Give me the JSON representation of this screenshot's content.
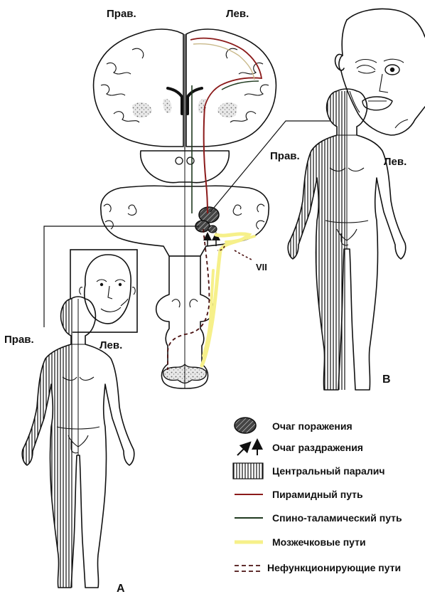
{
  "labels": {
    "top_right_side": "Прав.",
    "top_left_side": "Лев.",
    "a_right_side": "Прав.",
    "a_left_side": "Лев.",
    "b_right_side": "Прав.",
    "b_left_side": "Лев.",
    "nerve": "VII",
    "figure_a": "А",
    "figure_b": "В"
  },
  "legend": [
    {
      "symbol": "lesion-focus",
      "text": "Очаг поражения"
    },
    {
      "symbol": "irritation-arrows",
      "text": "Очаг раздражения"
    },
    {
      "symbol": "hatched-box",
      "text": "Центральный паралич"
    },
    {
      "symbol": "line",
      "color": "#8b1a1a",
      "text": "Пирамидный путь"
    },
    {
      "symbol": "line",
      "color": "#1f3a1f",
      "text": "Спино-таламический путь"
    },
    {
      "symbol": "line",
      "color": "#f6f08a",
      "text": "Мозжечковые пути"
    },
    {
      "symbol": "dashed-line",
      "color": "#4a1010",
      "text": "Нефункционирующие пути"
    }
  ],
  "colors": {
    "pyramidal": "#8b1a1a",
    "spinothalamic": "#1f3a1f",
    "cerebellar": "#f6f08a",
    "nonfunctional": "#4a1010"
  }
}
